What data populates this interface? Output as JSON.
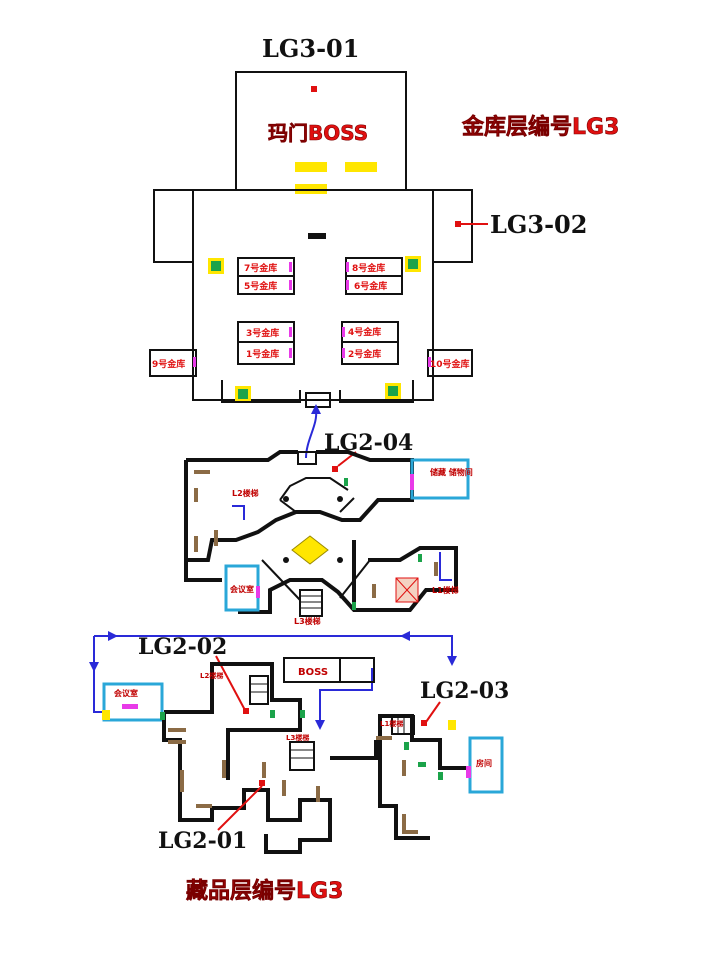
{
  "map": {
    "top_floor": {
      "marker_top": "LG3-01",
      "boss_room": "玛门BOSS",
      "title": "金库层编号LG3",
      "marker_right": "LG3-02",
      "vaults": {
        "v7": "7号金库",
        "v5": "5号金库",
        "v8": "8号金库",
        "v6": "6号金库",
        "v3": "3号金库",
        "v1": "1号金库",
        "v4": "4号金库",
        "v2": "2号金库",
        "v9": "9号金库",
        "v10": "10号金库"
      }
    },
    "middle_floor": {
      "marker": "LG2-04",
      "storeroom": "储藏\n储物间",
      "stair_left": "L2楼梯",
      "stair_right": "L1楼梯",
      "stair_bottom": "L3楼梯",
      "room_left": "会议室"
    },
    "bottom_floor": {
      "marker_tl": "LG2-02",
      "marker_tr": "LG2-03",
      "marker_bl": "LG2-01",
      "boss": "BOSS",
      "meeting_room": "会议室",
      "stair_a": "L2楼梯",
      "stair_b": "L3楼梯",
      "stair_c": "L1楼梯",
      "right_room": "房间",
      "title": "藏品层编号LG3"
    },
    "colors": {
      "label_red": "#e01010",
      "path_blue": "#2a2ad8",
      "door_green": "#1ba34a",
      "door_magenta": "#e83ae8",
      "marker_yellow": "#ffe600",
      "room_cyan": "#2aa7d8"
    }
  }
}
